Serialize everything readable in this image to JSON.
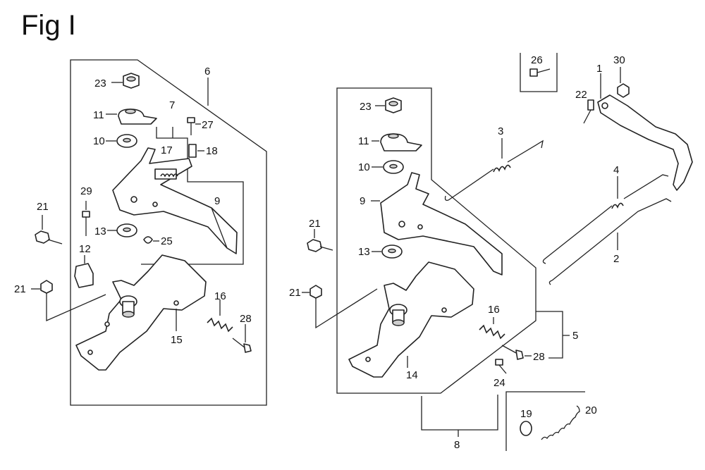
{
  "figure": {
    "title": "Fig I"
  },
  "callouts": {
    "left_panel": [
      "23",
      "11",
      "7",
      "27",
      "10",
      "17",
      "18",
      "6",
      "9",
      "29",
      "21",
      "13",
      "25",
      "12",
      "21",
      "16",
      "28",
      "15"
    ],
    "right_panel": [
      "23",
      "11",
      "10",
      "9",
      "21",
      "13",
      "21",
      "16",
      "28",
      "14",
      "3",
      "4",
      "2",
      "5",
      "24",
      "8"
    ],
    "top_right": [
      "26",
      "30",
      "1",
      "22"
    ],
    "bottom_right": [
      "19",
      "20"
    ]
  },
  "labels": {
    "l23": "23",
    "l11": "11",
    "l7": "7",
    "l27": "27",
    "l10": "10",
    "l17": "17",
    "l18": "18",
    "l6": "6",
    "l9": "9",
    "l29": "29",
    "l21a": "21",
    "l13": "13",
    "l25": "25",
    "l12": "12",
    "l21b": "21",
    "l16": "16",
    "l28": "28",
    "l15": "15",
    "r23": "23",
    "r11": "11",
    "r10": "10",
    "r9": "9",
    "r21a": "21",
    "r13": "13",
    "r21b": "21",
    "r16": "16",
    "r28": "28",
    "r14": "14",
    "r3": "3",
    "r4": "4",
    "r2": "2",
    "r5": "5",
    "r24": "24",
    "r8": "8",
    "r26": "26",
    "r30": "30",
    "r1": "1",
    "r22": "22",
    "r19": "19",
    "r20": "20"
  }
}
